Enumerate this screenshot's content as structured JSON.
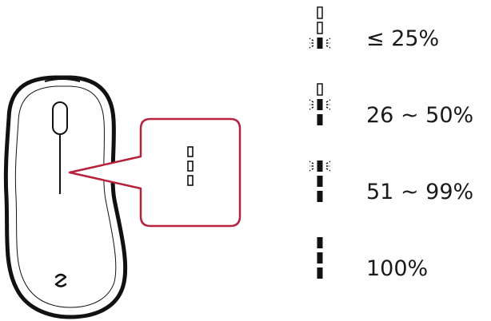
{
  "colors": {
    "outline": "#111111",
    "callout": "#b8213a",
    "led_on": "#111111",
    "text": "#1a1a1a"
  },
  "mouse": {
    "logo_icon": "zowie-logo-icon"
  },
  "callout_leds": 3,
  "battery_levels": [
    {
      "label": "≤ 25%",
      "led_states": [
        "off",
        "off",
        "blink"
      ]
    },
    {
      "label": "26 ~ 50%",
      "led_states": [
        "off",
        "blink",
        "on"
      ]
    },
    {
      "label": "51 ~ 99%",
      "led_states": [
        "blink",
        "on",
        "on"
      ]
    },
    {
      "label": "100%",
      "led_states": [
        "on",
        "on",
        "on"
      ]
    }
  ]
}
